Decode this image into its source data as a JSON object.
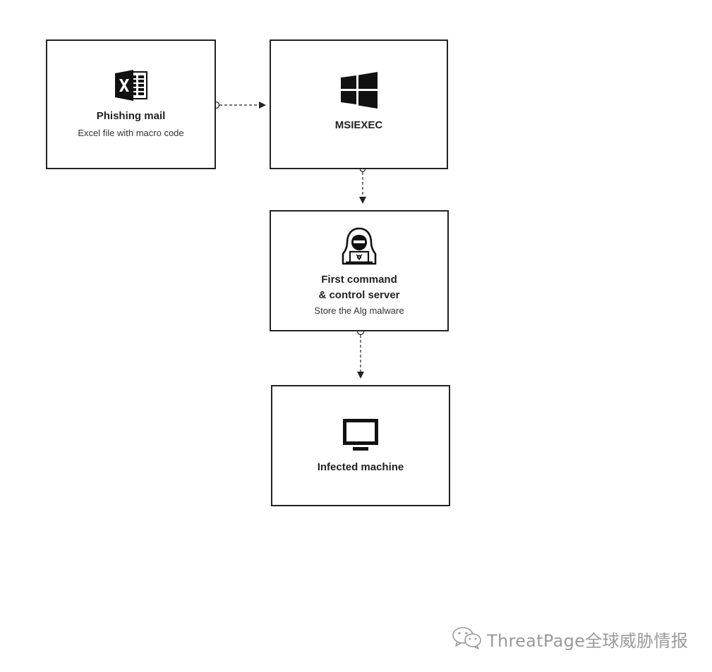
{
  "nodes": {
    "phishing": {
      "title": "Phishing mail",
      "subtitle": "Excel file with macro code",
      "icon": "excel-icon"
    },
    "msiexec": {
      "title": "MSIEXEC",
      "icon": "windows-logo-icon"
    },
    "c2": {
      "title_line1": "First command",
      "title_line2": "& control server",
      "subtitle": "Store the Alg malware",
      "icon": "hacker-icon"
    },
    "infected": {
      "title": "Infected machine",
      "icon": "monitor-icon"
    }
  },
  "edges": [
    {
      "from": "phishing",
      "to": "msiexec",
      "style": "dashed"
    },
    {
      "from": "msiexec",
      "to": "c2",
      "style": "dashed"
    },
    {
      "from": "c2",
      "to": "infected",
      "style": "dashed"
    }
  ],
  "watermark": {
    "text": "ThreatPage全球威胁情报",
    "icon": "wechat-icon"
  },
  "colors": {
    "stroke": "#222222",
    "watermark": "#9a9a9a"
  }
}
